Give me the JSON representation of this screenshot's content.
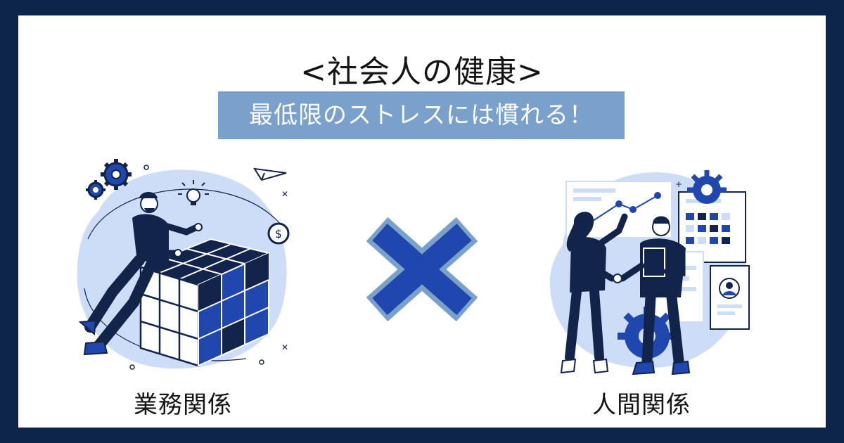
{
  "title": "<社会人の健康>",
  "subtitle": "最低限のストレスには慣れる！",
  "left_label": "業務関係",
  "right_label": "人間関係",
  "colors": {
    "frame": "#0c2548",
    "card": "#ffffff",
    "subtitle_bg": "#7aa0cc",
    "blob": "#cddcf7",
    "navy": "#12244a",
    "blue": "#1f47ad",
    "cross_outer": "#7aa0cc",
    "cross_inner": "#1f47ad"
  },
  "icons": [
    "gear-icon",
    "paper-plane-icon",
    "lightbulb-icon",
    "dollar-coin-icon",
    "sparkle-icon",
    "multiply-icon",
    "avatar-icon"
  ]
}
